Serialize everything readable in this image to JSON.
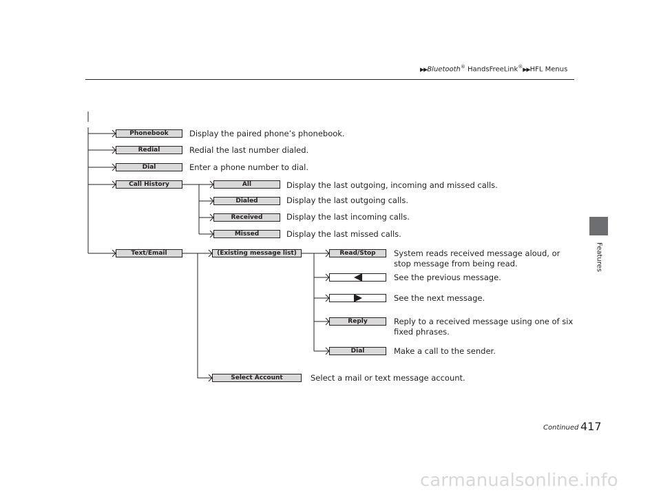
{
  "header": {
    "part1": "Bluetooth",
    "reg1": "®",
    "part2": " HandsFreeLink",
    "reg2": "®",
    "part3": "HFL Menus"
  },
  "side_tab_label": "Features",
  "menu": {
    "phonebook": {
      "label": "Phonebook",
      "desc": "Display the paired phone’s phonebook."
    },
    "redial": {
      "label": "Redial",
      "desc": "Redial the last number dialed."
    },
    "dial": {
      "label": "Dial",
      "desc": "Enter a phone number to dial."
    },
    "call_history": {
      "label": "Call History",
      "all": {
        "label": "All",
        "desc": "Display the last outgoing, incoming and missed calls."
      },
      "dialed": {
        "label": "Dialed",
        "desc": "Display the last outgoing calls."
      },
      "received": {
        "label": "Received",
        "desc": "Display the last incoming calls."
      },
      "missed": {
        "label": "Missed",
        "desc": "Display the last missed calls."
      }
    },
    "text_email": {
      "label": "Text/Email",
      "message_list": "(Existing message list)",
      "read_stop": {
        "label": "Read/Stop",
        "desc1": "System reads received message aloud, or",
        "desc2": "stop message from being read."
      },
      "previous": {
        "desc": "See the previous message."
      },
      "next": {
        "desc": "See the next message."
      },
      "reply": {
        "label": "Reply",
        "desc1": "Reply to a received message using one of six",
        "desc2": "fixed phrases."
      },
      "dial": {
        "label": "Dial",
        "desc": "Make a call to the sender."
      },
      "select_account": {
        "label": "Select Account",
        "desc": "Select a mail or text message account."
      }
    }
  },
  "footer": {
    "continued": "Continued",
    "page": "417"
  },
  "watermark": "carmanualsonline.info"
}
